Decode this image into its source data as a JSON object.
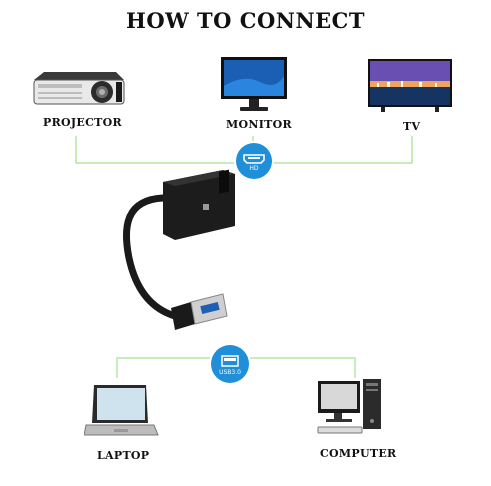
{
  "title": "HOW TO CONNECT",
  "outputs": [
    {
      "label": "PROJECTOR",
      "icon": "projector-icon"
    },
    {
      "label": "MONITOR",
      "icon": "monitor-icon"
    },
    {
      "label": "TV",
      "icon": "tv-icon"
    }
  ],
  "inputs": [
    {
      "label": "LAPTOP",
      "icon": "laptop-icon"
    },
    {
      "label": "COMPUTER",
      "icon": "computer-icon"
    }
  ],
  "badges": {
    "hdmi": {
      "text": "HD",
      "icon": "hdmi-port-icon"
    },
    "usb": {
      "text": "USB3.0",
      "icon": "usb-port-icon"
    }
  },
  "colors": {
    "connector_line": "#b7e6a6",
    "badge": "#1e8fd8",
    "adapter": "#1c1c1c"
  }
}
